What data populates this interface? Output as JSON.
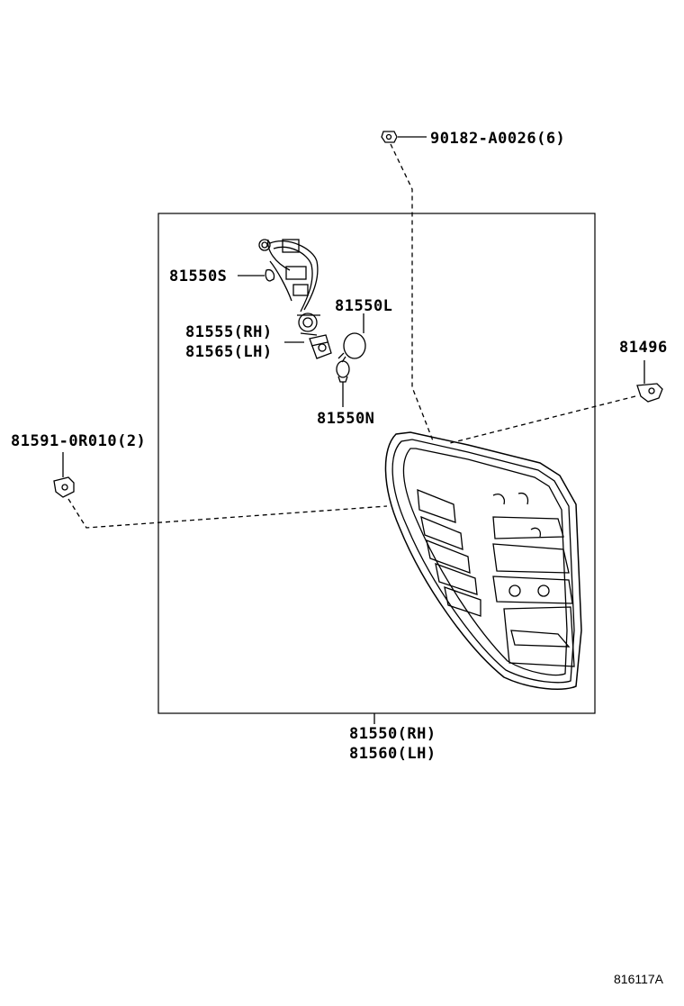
{
  "diagram": {
    "labels": {
      "clip_top": "90182-A0026(6)",
      "socket_s": "81550S",
      "bulb_l": "81550L",
      "socket_rh": "81555(RH)",
      "socket_lh": "81565(LH)",
      "bulb_n": "81550N",
      "retainer": "81496",
      "clip_left": "81591-0R010(2)",
      "lamp_rh": "81550(RH)",
      "lamp_lh": "81560(LH)"
    },
    "illustration_ref": "816117A"
  }
}
